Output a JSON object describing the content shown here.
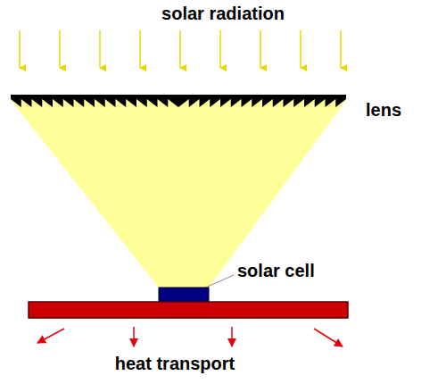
{
  "diagram": {
    "labels": [
      "solar radiation",
      "lens",
      "solar cell",
      "heat transport"
    ]
  }
}
